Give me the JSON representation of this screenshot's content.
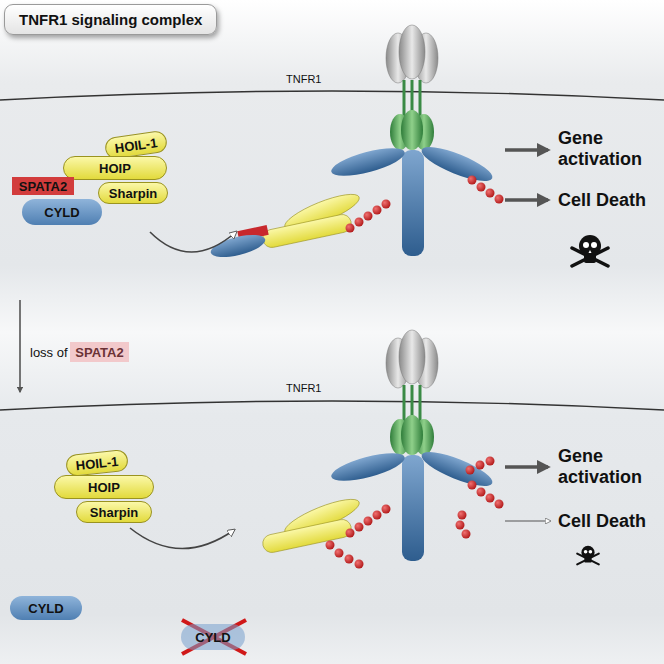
{
  "diagram": {
    "title": "TNFR1 signaling complex",
    "nodes": [
      {
        "text": [
          "HOIL-1"
        ]
      },
      {
        "text": [
          "HOIP"
        ]
      },
      {
        "text": [
          "SPATA2"
        ]
      },
      {
        "text": [
          "Sharpin"
        ]
      },
      {
        "text": [
          "CYLD"
        ]
      },
      {
        "text": [
          "SPATA2"
        ]
      },
      {
        "text": [
          "HOIL-1"
        ]
      },
      {
        "text": [
          "HOIP"
        ]
      },
      {
        "text": [
          "Sharpin"
        ]
      },
      {
        "text": [
          "CYLD"
        ]
      },
      {
        "text": [
          "CYLD"
        ]
      }
    ],
    "labels": [
      "TNFR1",
      "Gene activation",
      "Cell Death",
      "loss of",
      "TNFR1",
      "Gene activation",
      "Cell Death"
    ]
  }
}
